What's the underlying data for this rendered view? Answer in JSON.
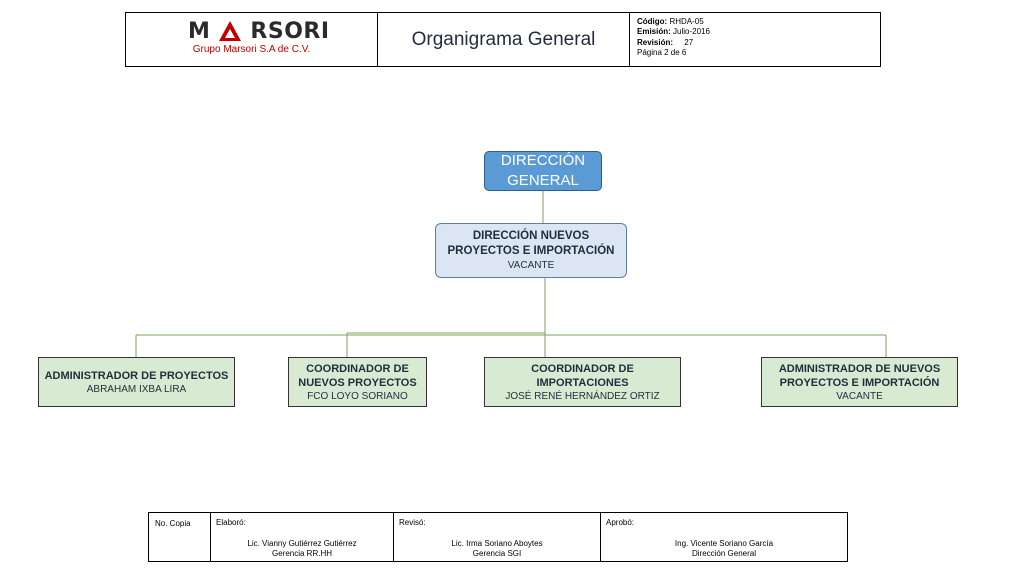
{
  "header": {
    "logo_word_rest": "RSORI",
    "logo_word_first": "M",
    "company": "Grupo Marsori S.A de C.V.",
    "title": "Organigrama General",
    "meta": {
      "code_label": "Código:",
      "code_value": "RHDA-05",
      "issue_label": "Emisión:",
      "issue_value": "Julio-2016",
      "revision_label": "Revisión:",
      "revision_value": "27",
      "page_text": "Página 2 de 6"
    },
    "colors": {
      "logo_red": "#c00000",
      "logo_dark": "#2b2b2b"
    }
  },
  "org": {
    "top": {
      "line1": "DIRECCIÓN",
      "line2": "GENERAL",
      "color": "#5b9bd5"
    },
    "mid": {
      "line1": "DIRECCIÓN NUEVOS",
      "line2": "PROYECTOS E IMPORTACIÓN",
      "person": "VACANTE",
      "color": "#dce6f2"
    },
    "leaves": [
      {
        "title1": "ADMINISTRADOR DE PROYECTOS",
        "title2": "",
        "person": "ABRAHAM IXBA LIRA"
      },
      {
        "title1": "COORDINADOR DE",
        "title2": "NUEVOS PROYECTOS",
        "person": "FCO LOYO SORIANO"
      },
      {
        "title1": "COORDINADOR DE IMPORTACIONES",
        "title2": "",
        "person": "JOSÉ RENÉ HERNÁNDEZ ORTIZ"
      },
      {
        "title1": "ADMINISTRADOR DE NUEVOS",
        "title2": "PROYECTOS E IMPORTACIÓN",
        "person": "VACANTE"
      }
    ],
    "leaf_color": "#d9ead3",
    "connector_color": "#7aa35a"
  },
  "footer": {
    "copy_label": "No. Copia",
    "elaboro": {
      "label": "Elaboró:",
      "name": "Lic. Vianny Gutiérrez Gutiérrez",
      "role": "Gerencia RR.HH"
    },
    "reviso": {
      "label": "Revisó:",
      "name": "Lic. Irma Soriano Aboytes",
      "role": "Gerencia SGI"
    },
    "aprobo": {
      "label": "Aprobó:",
      "name": "Ing. Vicente Soriano García",
      "role": "Dirección General"
    }
  }
}
